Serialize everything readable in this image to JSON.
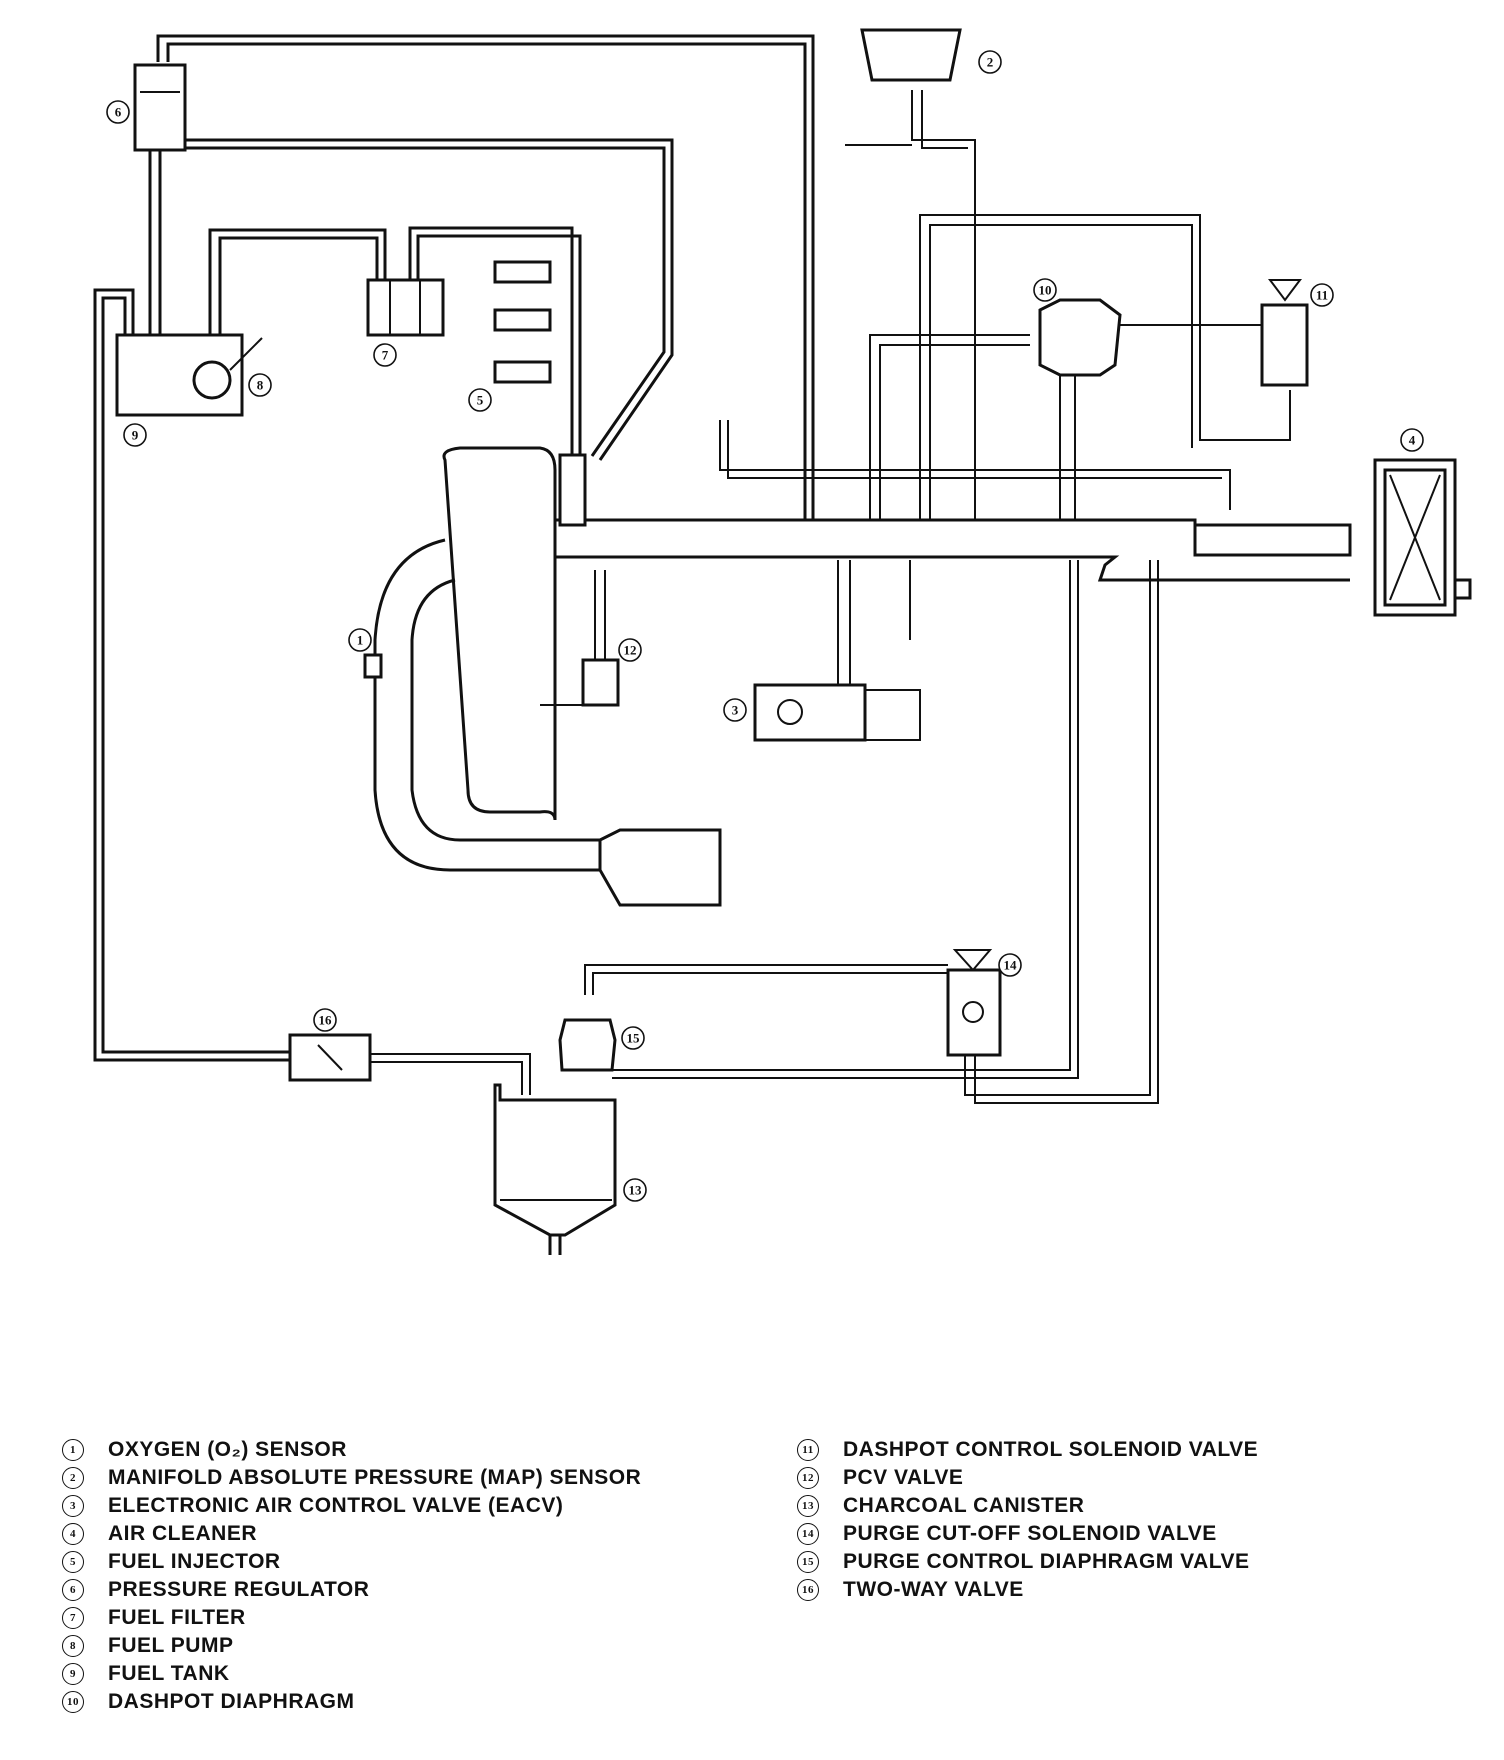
{
  "diagram_callouts": [
    {
      "id": "1",
      "symbol": "①"
    },
    {
      "id": "2",
      "symbol": "②"
    },
    {
      "id": "3",
      "symbol": "③"
    },
    {
      "id": "4",
      "symbol": "④"
    },
    {
      "id": "5",
      "symbol": "⑤"
    },
    {
      "id": "6",
      "symbol": "⑥"
    },
    {
      "id": "7",
      "symbol": "⑦"
    },
    {
      "id": "8",
      "symbol": "⑧"
    },
    {
      "id": "9",
      "symbol": "⑨"
    },
    {
      "id": "10",
      "symbol": "⑩"
    },
    {
      "id": "11",
      "symbol": "⑪"
    },
    {
      "id": "12",
      "symbol": "⑫"
    },
    {
      "id": "13",
      "symbol": "⑬"
    },
    {
      "id": "14",
      "symbol": "⑭"
    },
    {
      "id": "15",
      "symbol": "⑮"
    },
    {
      "id": "16",
      "symbol": "⑯"
    }
  ],
  "legend": {
    "left": [
      {
        "num": "①",
        "label": "OXYGEN (O₂) SENSOR"
      },
      {
        "num": "②",
        "label": "MANIFOLD ABSOLUTE PRESSURE (MAP) SENSOR"
      },
      {
        "num": "③",
        "label": "ELECTRONIC AIR CONTROL VALVE (EACV)"
      },
      {
        "num": "④",
        "label": "AIR CLEANER"
      },
      {
        "num": "⑤",
        "label": "FUEL INJECTOR"
      },
      {
        "num": "⑥",
        "label": "PRESSURE REGULATOR"
      },
      {
        "num": "⑦",
        "label": "FUEL FILTER"
      },
      {
        "num": "⑧",
        "label": "FUEL PUMP"
      },
      {
        "num": "⑨",
        "label": "FUEL TANK"
      },
      {
        "num": "⑩",
        "label": "DASHPOT DIAPHRAGM"
      }
    ],
    "right": [
      {
        "num": "⑪",
        "label": "DASHPOT CONTROL SOLENOID VALVE"
      },
      {
        "num": "⑫",
        "label": "PCV VALVE"
      },
      {
        "num": "⑬",
        "label": "CHARCOAL CANISTER"
      },
      {
        "num": "⑭",
        "label": "PURGE CUT-OFF SOLENOID VALVE"
      },
      {
        "num": "⑮",
        "label": "PURGE CONTROL DIAPHRAGM VALVE"
      },
      {
        "num": "⑯",
        "label": "TWO-WAY VALVE"
      }
    ]
  }
}
